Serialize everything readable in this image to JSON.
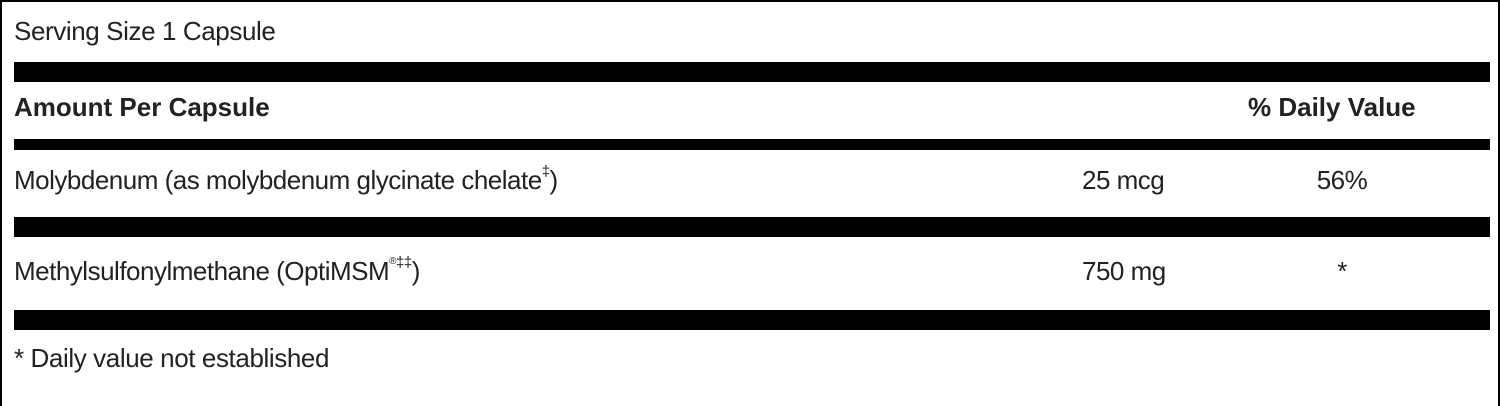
{
  "serving_size": "Serving Size 1 Capsule",
  "header": {
    "amount_label": "Amount Per Capsule",
    "daily_value_label": "% Daily Value"
  },
  "rows": [
    {
      "name": "Molybdenum (as molybdenum glycinate chelate",
      "mark": "‡",
      "suffix": ")",
      "amount": "25 mcg",
      "daily_value": "56%"
    },
    {
      "name": "Methylsulfonylmethane (OptiMSM",
      "trademark": "®",
      "mark": "‡‡",
      "suffix": ")",
      "amount": "750 mg",
      "daily_value": "*"
    }
  ],
  "footnote": "* Daily value not established"
}
